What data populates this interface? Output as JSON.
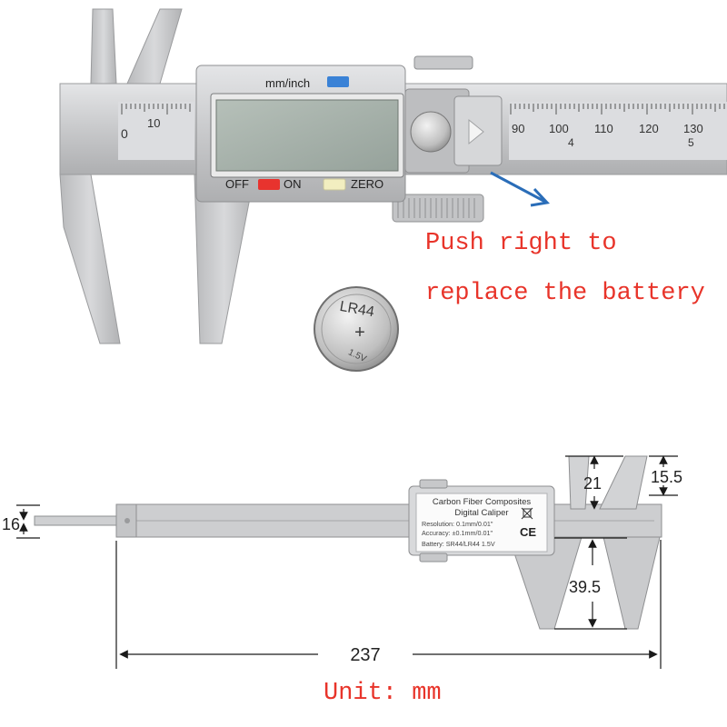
{
  "top_view": {
    "display_toggle_label": "mm/inch",
    "off_label": "OFF",
    "on_label": "ON",
    "zero_label": "ZERO",
    "ruler_numbers_left": [
      "0",
      "10"
    ],
    "ruler_numbers_right": [
      "90",
      "100",
      "110",
      "120",
      "130"
    ],
    "inch_marks": [
      "4",
      "5"
    ],
    "battery_label": "LR44",
    "battery_symbol": "+",
    "battery_ring_text": "1.5V"
  },
  "captions": {
    "line1": "Push right to",
    "line2": "replace the battery",
    "unit": "Unit: mm"
  },
  "side_view": {
    "label_lines": [
      "Carbon Fiber Composites",
      "Digital Caliper",
      "Resolution: 0.1mm/0.01\"",
      "Accuracy: ±0.1mm/0.01\"",
      "Battery: SR44/LR44 1.5V"
    ],
    "ce_mark": "CE"
  },
  "dimensions": {
    "depth_rod": "16",
    "upper_jaw_inner": "21",
    "upper_jaw_outer": "15.5",
    "lower_jaw": "39.5",
    "total_length": "237"
  },
  "colors": {
    "caption": "#e8342a",
    "body": "#c9cacc",
    "lcd": "#a9b4ad",
    "on_button": "#e8332e",
    "zero_button": "#f2eec0",
    "toggle_button": "#3a82d6",
    "arrow": "#2a6db8"
  }
}
